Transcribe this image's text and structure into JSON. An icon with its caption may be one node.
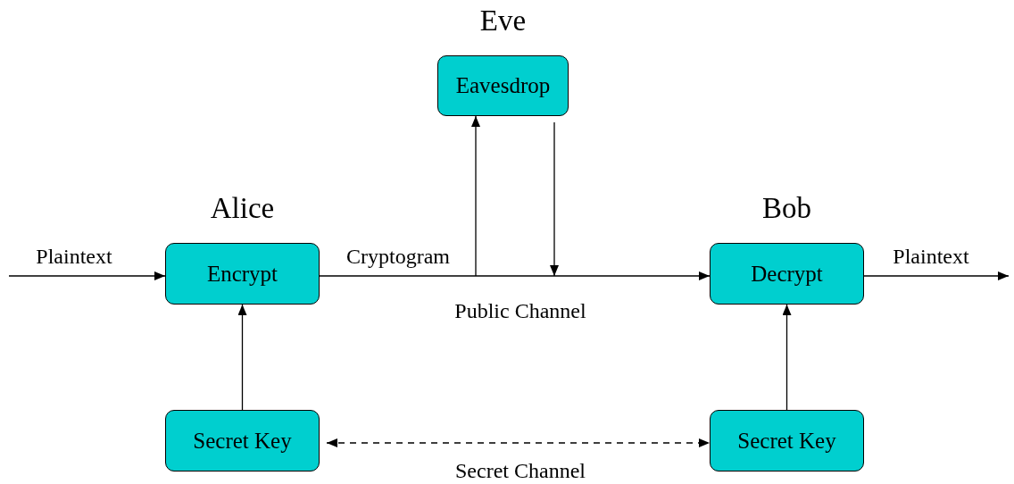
{
  "diagram": {
    "nodes": [
      {
        "text": [
          "Eve",
          "Eavesdrop"
        ]
      },
      {
        "text": [
          "Alice",
          "Encrypt"
        ]
      },
      {
        "text": [
          "Bob",
          "Decrypt"
        ]
      },
      {
        "text": [
          "Secret Key"
        ]
      },
      {
        "text": [
          "Secret Key"
        ]
      }
    ],
    "edges": [
      {
        "from": null,
        "to": 1,
        "arrow": "to",
        "label": "Plaintext"
      },
      {
        "from": 1,
        "to": 2,
        "arrow": "to",
        "label": "Cryptogram"
      },
      {
        "from": null,
        "to": 0,
        "arrow": "to"
      },
      {
        "from": 0,
        "to": null,
        "arrow": "to"
      },
      {
        "from": 2,
        "to": null,
        "arrow": "to",
        "label": "Plaintext"
      },
      {
        "from": 3,
        "to": 1,
        "arrow": "to"
      },
      {
        "from": 4,
        "to": 2,
        "arrow": "to"
      },
      {
        "from": 3,
        "to": 4,
        "arrow": "both",
        "style": "dashed",
        "label": "Secret Channel"
      }
    ],
    "labels": [
      "Public Channel"
    ]
  }
}
